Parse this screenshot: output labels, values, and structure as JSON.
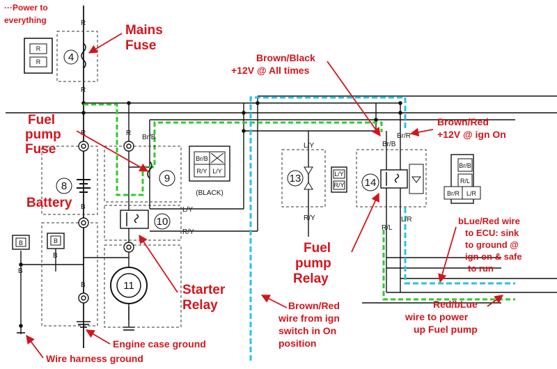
{
  "annotations": {
    "power_to_everything": [
      "···Power to",
      "everything"
    ],
    "mains_fuse": [
      "Mains",
      "Fuse"
    ],
    "fuel_pump_fuse": [
      "Fuel",
      "pump",
      "Fuse"
    ],
    "battery": "Battery",
    "brown_black": [
      "Brown/Black",
      "+12V @ All times"
    ],
    "brown_red_ign": [
      "Brown/Red",
      "+12V @ ign On"
    ],
    "blue_red_ecu": [
      "bLue/Red wire",
      "to ECU: sink",
      "to ground @",
      "ign on & safe",
      "to run"
    ],
    "fuel_pump_relay": [
      "Fuel",
      "pump",
      "Relay"
    ],
    "starter_relay": [
      "Starter",
      "Relay"
    ],
    "brown_red_switch": [
      "Brown/Red",
      "wire from ign",
      "switch in On",
      "position"
    ],
    "red_blue": [
      "Red/bLue",
      "wire to power",
      "up Fuel pump"
    ],
    "engine_case_ground": "Engine case ground",
    "wire_harness_ground": "Wire harness ground"
  },
  "components": {
    "mains_fuse_num": "4",
    "battery_num": "8",
    "fuel_pump_fuse_num": "9",
    "starter_relay_num": "10",
    "starter_motor_num": "11",
    "sidestand_num": "13",
    "fuel_relay_num": "14",
    "black_connector": "(BLACK)"
  },
  "wire_codes": {
    "r": "R",
    "b": "B",
    "brb": "Br/B",
    "brr": "Br/R",
    "ly": "L/Y",
    "ry": "R/Y",
    "rl": "R/L",
    "lr": "L/R"
  },
  "connector_pins": {
    "fuse_box": [
      "R",
      "R"
    ],
    "black_conn": [
      "Br/B",
      "R/Y",
      "L/Y"
    ],
    "side_conn": [
      "L/Y",
      "R/Y"
    ],
    "relay_conn": [
      "Br/B",
      "R/L",
      "Br/R",
      "L/R"
    ],
    "ground_conn": "B"
  },
  "colors": {
    "annotation": "#d4141b",
    "green_path": "#2ecc2e",
    "cyan_path": "#27c6e0",
    "wire": "#111111"
  }
}
